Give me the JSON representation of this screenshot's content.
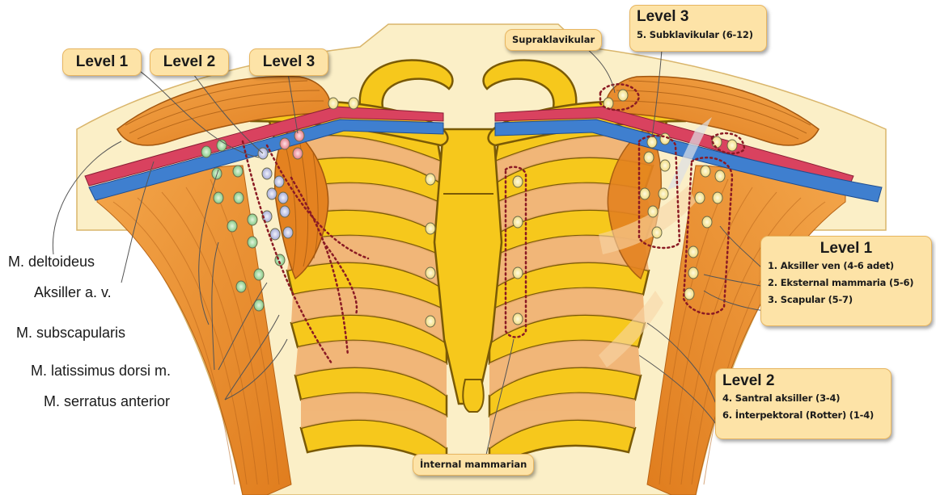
{
  "left_level_tags": [
    "Level 1",
    "Level 2",
    "Level 3"
  ],
  "left_labels": [
    "M. deltoideus",
    "Aksiller a. v.",
    "M. subscapularis",
    "M. latissimus dorsi m.",
    "M. serratus anterior"
  ],
  "right_level3": {
    "title": "Level 3",
    "items": [
      "5. Subklavikular (6-12)"
    ]
  },
  "supraclavicular": "Supraklavikular",
  "right_level1": {
    "title": "Level 1",
    "items": [
      "1. Aksiller ven (4-6 adet)",
      "2. Eksternal mammaria (5-6)",
      "3. Scapular (5-7)"
    ]
  },
  "right_level2": {
    "title": "Level 2",
    "items": [
      "4. Santral aksiller (3-4)",
      "6. İnterpektoral (Rotter) (1-4)"
    ]
  },
  "internal_mammarian": "İnternal mammarian",
  "colors": {
    "muscle": "#ec8d2a",
    "rib": "#f6c81c",
    "skin": "#fbefc7",
    "vein": "#3f7fcf",
    "artery": "#d9425f",
    "node_yellow": "#fcf3b4",
    "node_green": "#a9dfa7",
    "node_lavender": "#c4c9ec",
    "node_pink": "#f2a0a9",
    "label_box": "#fde3a7"
  }
}
